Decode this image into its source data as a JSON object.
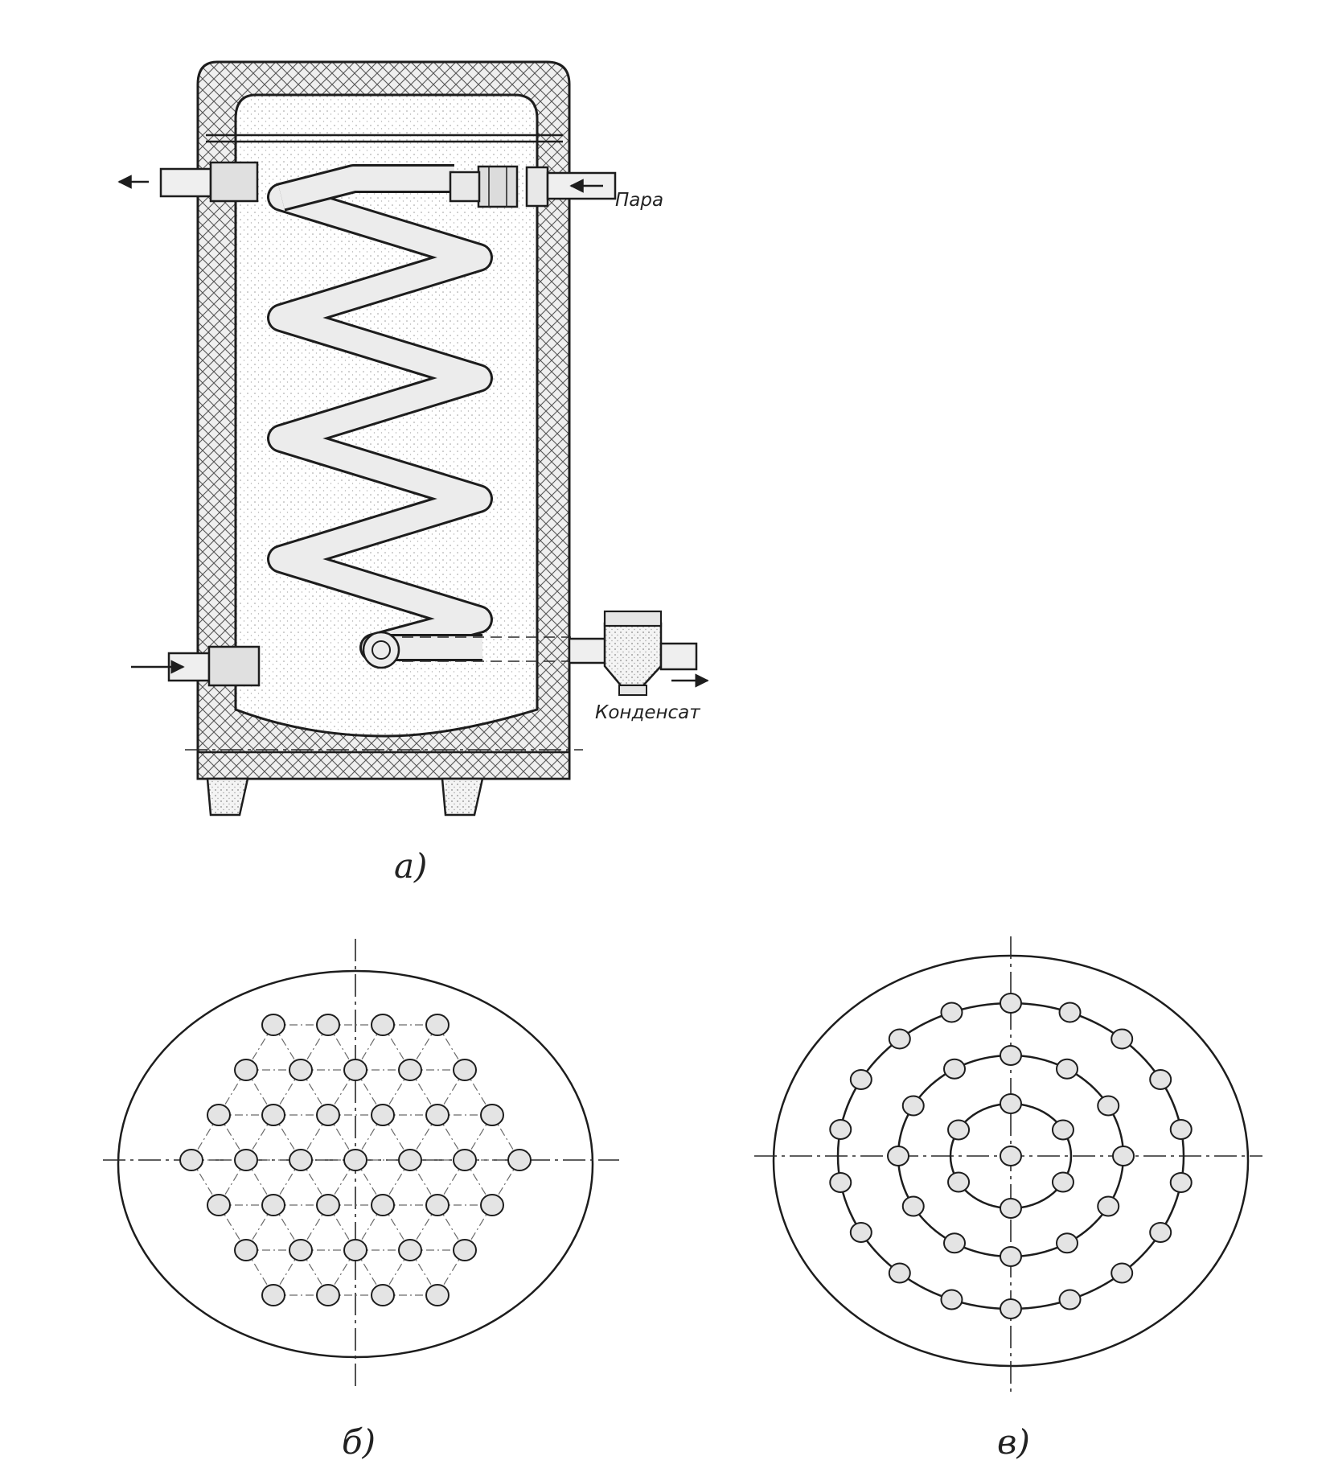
{
  "figure": {
    "heater": {
      "labels": {
        "steam": "Пара",
        "condensate": "Конденсат"
      }
    },
    "captions": {
      "a": "а)",
      "b": "б)",
      "c": "в)"
    }
  }
}
